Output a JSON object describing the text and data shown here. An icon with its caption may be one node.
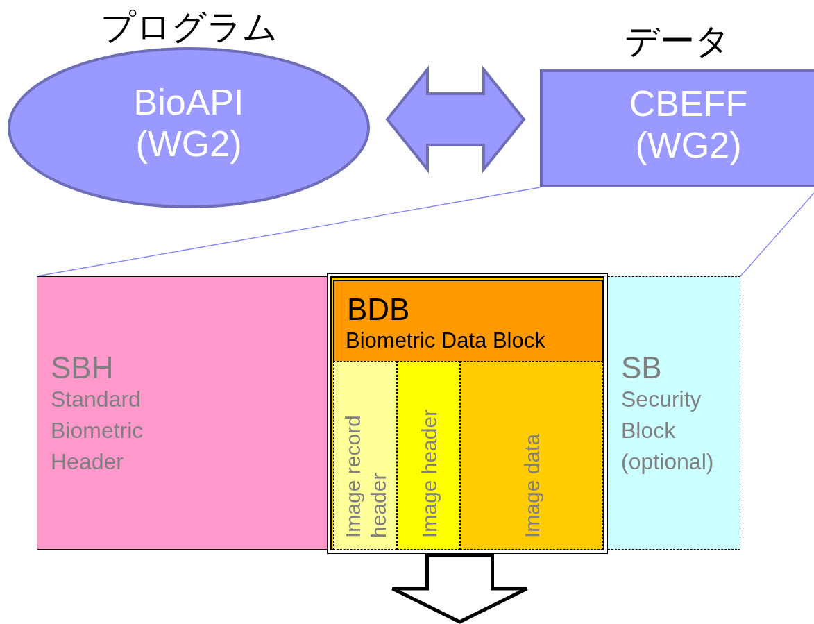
{
  "diagram": {
    "nodes": [
      {
        "text": [
          "プログラム",
          "BioAPI (WG2)"
        ]
      },
      {
        "text": [
          "データ",
          "CBEFF (WG2)"
        ]
      },
      {
        "text": [
          "SBH",
          "Standard Biometric Header"
        ]
      },
      {
        "text": [
          "BDB",
          "Biometric Data Block"
        ]
      },
      {
        "text": [
          "Image record header"
        ],
        "in": 3
      },
      {
        "text": [
          "Image header"
        ],
        "in": 3
      },
      {
        "text": [
          "Image data"
        ],
        "in": 3
      },
      {
        "text": [
          "SB",
          "Security Block (optional)"
        ]
      }
    ],
    "edges": [
      {
        "from": 0,
        "to": 1,
        "arrow": "both",
        "color": "#9999ff"
      },
      {
        "from": 1,
        "to": 2,
        "arrow": "none",
        "color": "#8080ff"
      },
      {
        "from": 1,
        "to": 7,
        "arrow": "none",
        "color": "#8080ff"
      },
      {
        "from": 3,
        "to": null,
        "arrow": "to"
      }
    ]
  }
}
